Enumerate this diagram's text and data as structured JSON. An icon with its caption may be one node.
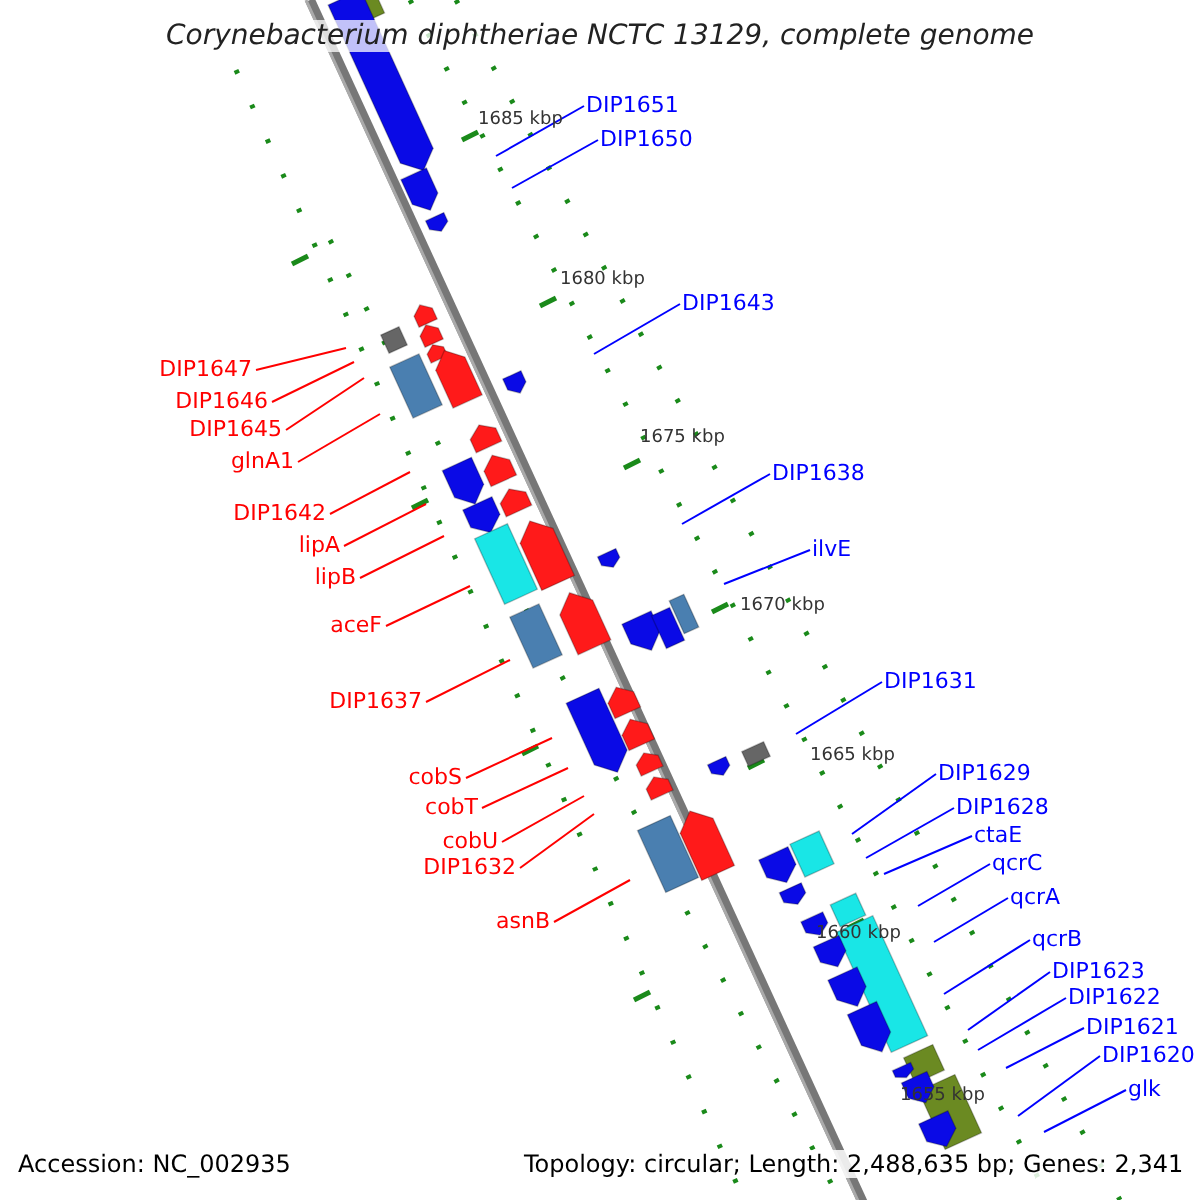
{
  "diagram": {
    "title": "Corynebacterium diphtheriae NCTC 13129, complete genome",
    "nodes": [
      {
        "text": [
          "DIP1651"
        ]
      },
      {
        "text": [
          "DIP1650"
        ]
      },
      {
        "text": [
          "DIP1643"
        ]
      },
      {
        "text": [
          "DIP1647"
        ]
      },
      {
        "text": [
          "DIP1646"
        ]
      },
      {
        "text": [
          "DIP1645"
        ]
      },
      {
        "text": [
          "glnA1"
        ]
      },
      {
        "text": [
          "DIP1638"
        ]
      },
      {
        "text": [
          "DIP1642"
        ]
      },
      {
        "text": [
          "lipA"
        ]
      },
      {
        "text": [
          "ilvE"
        ]
      },
      {
        "text": [
          "lipB"
        ]
      },
      {
        "text": [
          "aceF"
        ]
      },
      {
        "text": [
          "DIP1631"
        ]
      },
      {
        "text": [
          "DIP1637"
        ]
      },
      {
        "text": [
          "DIP1629"
        ]
      },
      {
        "text": [
          "cobS"
        ]
      },
      {
        "text": [
          "cobT"
        ]
      },
      {
        "text": [
          "DIP1628"
        ]
      },
      {
        "text": [
          "cobU"
        ]
      },
      {
        "text": [
          "ctaE"
        ]
      },
      {
        "text": [
          "qcrC"
        ]
      },
      {
        "text": [
          "DIP1632"
        ]
      },
      {
        "text": [
          "qcrA"
        ]
      },
      {
        "text": [
          "asnB"
        ]
      },
      {
        "text": [
          "qcrB"
        ]
      },
      {
        "text": [
          "DIP1623"
        ]
      },
      {
        "text": [
          "DIP1622"
        ]
      },
      {
        "text": [
          "DIP1621"
        ]
      },
      {
        "text": [
          "DIP1620"
        ]
      },
      {
        "text": [
          "glk"
        ]
      }
    ],
    "edges": [
      {
        "from": 0,
        "to": null,
        "arrow": "none"
      },
      {
        "from": 1,
        "to": null,
        "arrow": "none"
      },
      {
        "from": 2,
        "to": null,
        "arrow": "none"
      },
      {
        "from": 3,
        "to": null,
        "arrow": "none",
        "color": "#ff0000"
      },
      {
        "from": 4,
        "to": null,
        "arrow": "none",
        "color": "#ff0000"
      },
      {
        "from": 5,
        "to": null,
        "arrow": "none",
        "color": "#ff0000"
      },
      {
        "from": 6,
        "to": null,
        "arrow": "none",
        "color": "#ff0000"
      },
      {
        "from": 7,
        "to": null,
        "arrow": "none"
      },
      {
        "from": 8,
        "to": null,
        "arrow": "none",
        "color": "#ff0000"
      },
      {
        "from": 9,
        "to": null,
        "arrow": "none",
        "color": "#ff0000"
      },
      {
        "from": 10,
        "to": null,
        "arrow": "none"
      },
      {
        "from": 11,
        "to": null,
        "arrow": "none",
        "color": "#ff0000"
      },
      {
        "from": 12,
        "to": null,
        "arrow": "none",
        "color": "#ff0000"
      },
      {
        "from": 13,
        "to": null,
        "arrow": "none"
      },
      {
        "from": 14,
        "to": null,
        "arrow": "none",
        "color": "#ff0000"
      },
      {
        "from": 15,
        "to": null,
        "arrow": "none"
      },
      {
        "from": 16,
        "to": null,
        "arrow": "none",
        "color": "#ff0000"
      },
      {
        "from": 17,
        "to": null,
        "arrow": "none",
        "color": "#ff0000"
      },
      {
        "from": 18,
        "to": null,
        "arrow": "none"
      },
      {
        "from": 19,
        "to": null,
        "arrow": "none",
        "color": "#ff0000"
      },
      {
        "from": 20,
        "to": null,
        "arrow": "none"
      },
      {
        "from": 21,
        "to": null,
        "arrow": "none"
      },
      {
        "from": 22,
        "to": null,
        "arrow": "none",
        "color": "#ff0000"
      },
      {
        "from": 23,
        "to": null,
        "arrow": "none"
      },
      {
        "from": 24,
        "to": null,
        "arrow": "none",
        "color": "#ff0000"
      },
      {
        "from": 25,
        "to": null,
        "arrow": "none"
      },
      {
        "from": 26,
        "to": null,
        "arrow": "none"
      },
      {
        "from": 27,
        "to": null,
        "arrow": "none"
      },
      {
        "from": 28,
        "to": null,
        "arrow": "none"
      },
      {
        "from": 29,
        "to": null,
        "arrow": "none"
      },
      {
        "from": 30,
        "to": null,
        "arrow": "none"
      }
    ],
    "labels": [
      "1685 kbp",
      "1680 kbp",
      "1675 kbp",
      "1670 kbp",
      "1665 kbp",
      "1660 kbp",
      "1655 kbp",
      "Accession: NC_002935",
      "Topology: circular; Length: 2,488,635 bp; Genes: 2,341"
    ]
  }
}
